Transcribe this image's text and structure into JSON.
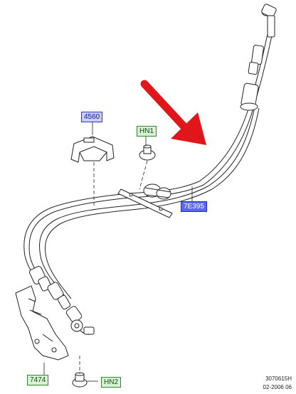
{
  "callouts": {
    "part_4560": "4560",
    "part_hn1": "HN1",
    "part_7e395": "7E395",
    "part_7474": "7474",
    "part_hn2": "HN2"
  },
  "footer": {
    "illustration_code": "3070615H",
    "date": "02-2006 06"
  },
  "colors": {
    "arrow": "#e0161b",
    "selected_callout": "#5b66f2",
    "part_callout": "#c9cdfa",
    "fastener_callout": "#d9f2d6"
  }
}
